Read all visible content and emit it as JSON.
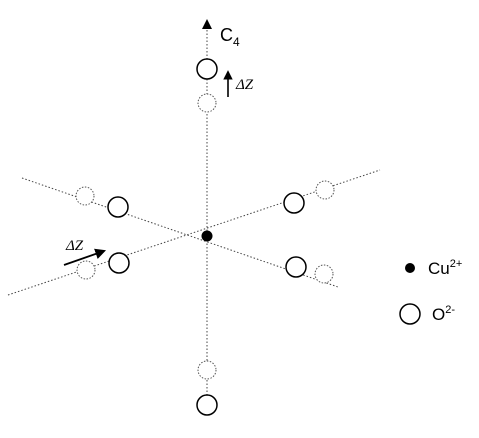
{
  "diagram": {
    "axis_label": "C",
    "axis_label_sub": "4",
    "delta_z": "ΔZ",
    "legend": {
      "cu_base": "Cu",
      "cu_sup": "2+",
      "o_base": "O",
      "o_sup": "2-"
    }
  }
}
